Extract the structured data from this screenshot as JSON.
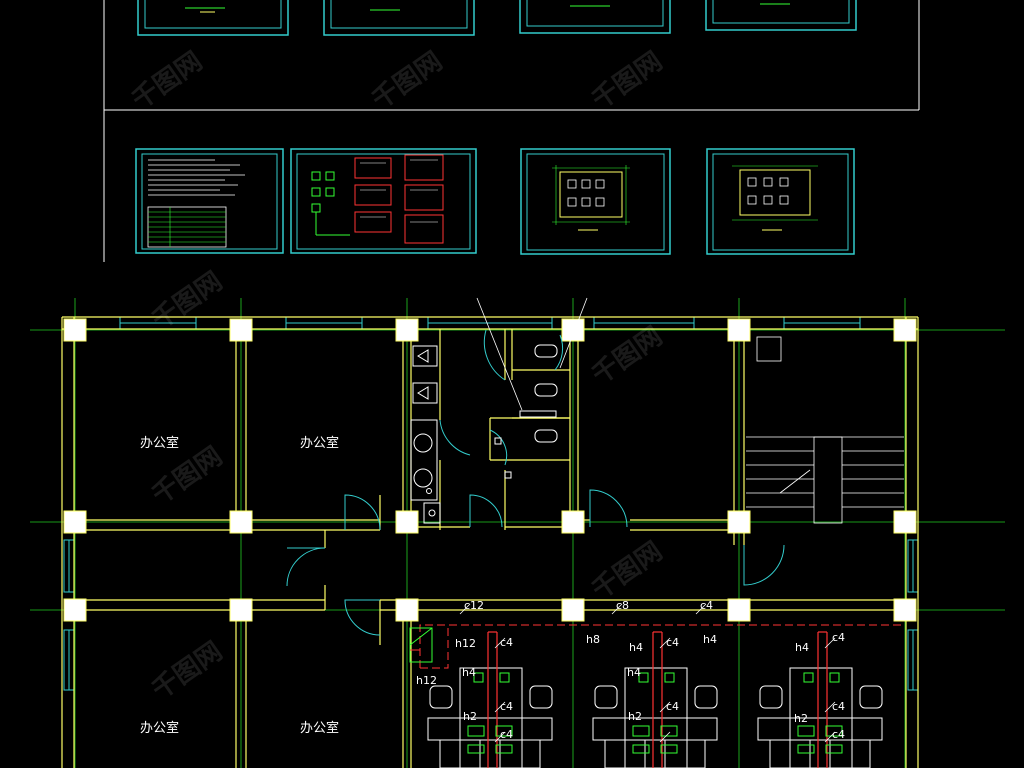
{
  "drawing": {
    "room_labels": [
      "办公室",
      "办公室",
      "办公室",
      "办公室"
    ],
    "circuit_tags": [
      "c12",
      "h12",
      "h12",
      "c8",
      "c4",
      "h8",
      "h4",
      "c4",
      "h4",
      "c4",
      "h4",
      "c4",
      "h4",
      "c4",
      "h4",
      "c4",
      "h2",
      "c4",
      "h2",
      "c4",
      "h2",
      "c4"
    ],
    "watermark": "千图网"
  },
  "colors": {
    "background": "#000000",
    "wall": "#ffff66",
    "frame": "#33cccc",
    "window": "#33cccc",
    "axis": "#22cc22",
    "column": "#ffffff",
    "circuit_red": "#ff3333",
    "circuit_green": "#33ff33"
  }
}
